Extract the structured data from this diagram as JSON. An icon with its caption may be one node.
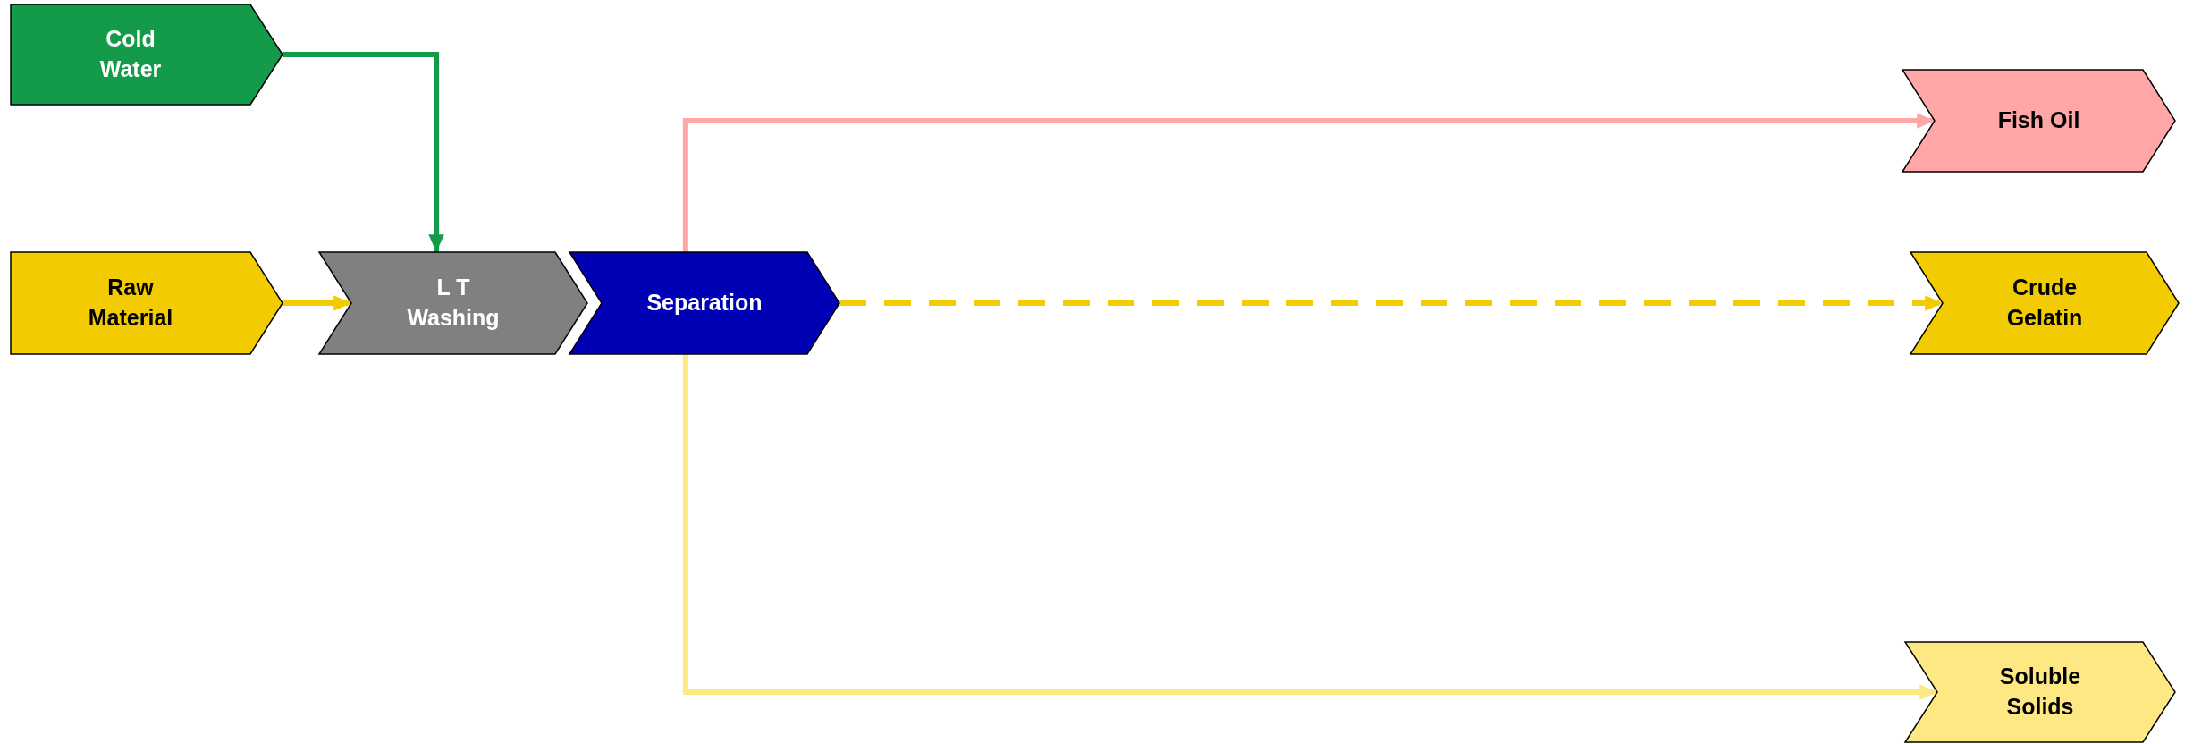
{
  "diagram": {
    "nodes": [
      {
        "text": [
          "Cold Water"
        ]
      },
      {
        "text": [
          "Raw Material"
        ]
      },
      {
        "text": [
          "L T Washing"
        ]
      },
      {
        "text": [
          "Separation"
        ]
      },
      {
        "text": [
          "Fish Oil"
        ]
      },
      {
        "text": [
          "Crude Gelatin"
        ]
      },
      {
        "text": [
          "Soluble Solids"
        ]
      }
    ],
    "edges": [
      {
        "from": 0,
        "to": 2,
        "arrow": "to",
        "color": "#149b4a"
      },
      {
        "from": 1,
        "to": 2,
        "arrow": "to",
        "color": "#f2cc00"
      },
      {
        "from": 3,
        "to": 4,
        "arrow": "to",
        "color": "#ffa6a6"
      },
      {
        "from": 3,
        "to": 5,
        "arrow": "to",
        "style": "dashed",
        "color": "#f2cc00"
      },
      {
        "from": 3,
        "to": 6,
        "arrow": "to",
        "color": "#fde883"
      }
    ]
  }
}
